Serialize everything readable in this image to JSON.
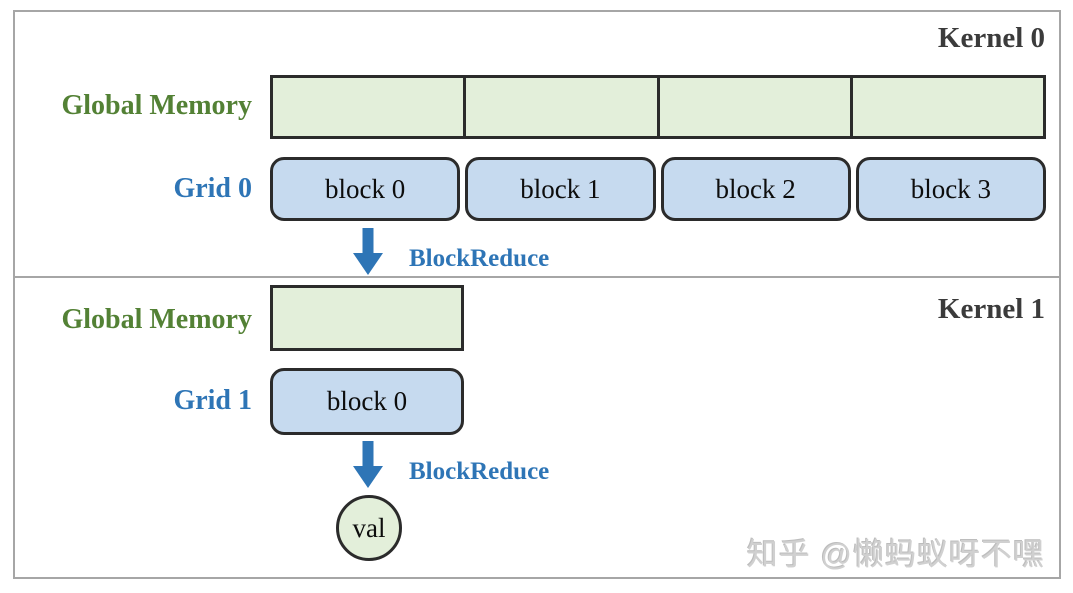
{
  "diagram": {
    "panels": [
      {
        "kernel_label": "Kernel 0",
        "memory_label": "Global Memory",
        "grid_label": "Grid 0",
        "memory_segments": 4,
        "blocks": [
          "block 0",
          "block 1",
          "block 2",
          "block 3"
        ],
        "arrow_label": "BlockReduce"
      },
      {
        "kernel_label": "Kernel 1",
        "memory_label": "Global Memory",
        "grid_label": "Grid 1",
        "memory_segments": 1,
        "blocks": [
          "block 0"
        ],
        "arrow_label": "BlockReduce",
        "result_label": "val"
      }
    ],
    "watermark": "知乎 @懒蚂蚁呀不嘿",
    "colors": {
      "memory_fill": "#e3efda",
      "block_fill": "#c6daef",
      "shape_outline": "#2b2b2b",
      "panel_border": "#a6a6a6",
      "memory_label_text": "#538135",
      "grid_label_text": "#2e75b6",
      "arrow_blue": "#2e75b6",
      "kernel_label_text": "#3b3b3b",
      "watermark_text": "#d0d0d0"
    }
  }
}
